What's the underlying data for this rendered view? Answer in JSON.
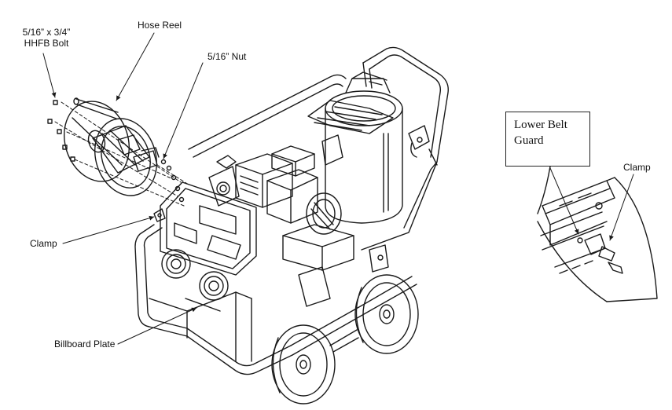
{
  "labels": {
    "bolt_line1": "5/16” x 3/4”",
    "bolt_line2": "HHFB Bolt",
    "hose_reel": "Hose Reel",
    "nut": "5/16” Nut",
    "clamp_main": "Clamp",
    "billboard_plate": "Billboard Plate",
    "clamp_detail": "Clamp",
    "lower_belt_line1": "Lower Belt",
    "lower_belt_line2": "Guard"
  },
  "colors": {
    "stroke": "#1a1a1a",
    "paper": "#ffffff"
  }
}
